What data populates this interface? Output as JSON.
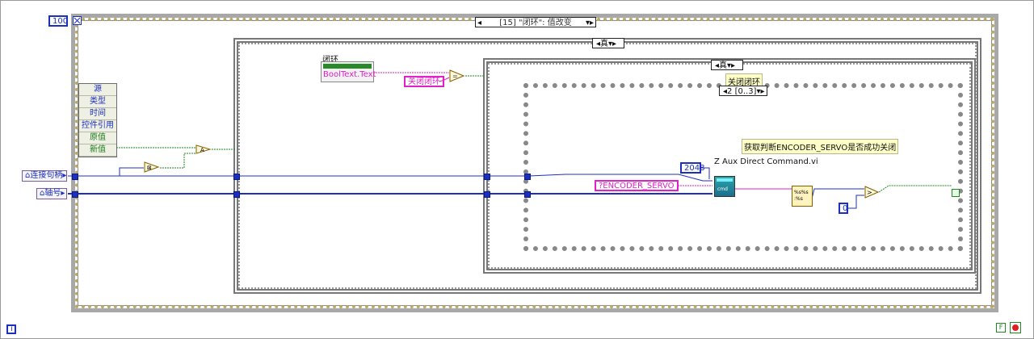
{
  "loop": {
    "count": "100",
    "iteration_icon": "i"
  },
  "event_structure": {
    "selector": "[15] \"闭环\": 值改变"
  },
  "event_data_node": {
    "items": [
      "源",
      "类型",
      "时间",
      "控件引用",
      "原值",
      "新值"
    ]
  },
  "terminals": {
    "handle": "连接句柄",
    "axis": "轴号"
  },
  "case_outer": {
    "selector": "真"
  },
  "case_inner": {
    "selector": "真"
  },
  "property_node": {
    "label": "闭环",
    "property": "BoolText.Text"
  },
  "strings": {
    "close_loop": "关闭闭环",
    "encoder_servo": "?ENCODER_SERVO"
  },
  "sequence": {
    "label": "关闭闭环",
    "selector": "2 [0..3]"
  },
  "comment": "获取判断ENCODER_SERVO是否成功关闭",
  "subvi": {
    "label": "Z Aux Direct Command.vi",
    "buffer_size": "2048"
  },
  "constants": {
    "zero": "0"
  },
  "stop": {
    "f_label": "F"
  },
  "colors": {
    "wire_blue": "#1d2fbf",
    "wire_pink": "#e020c8",
    "wire_green": "#1f8a1f",
    "frame_gray": "#a8a8a8"
  }
}
